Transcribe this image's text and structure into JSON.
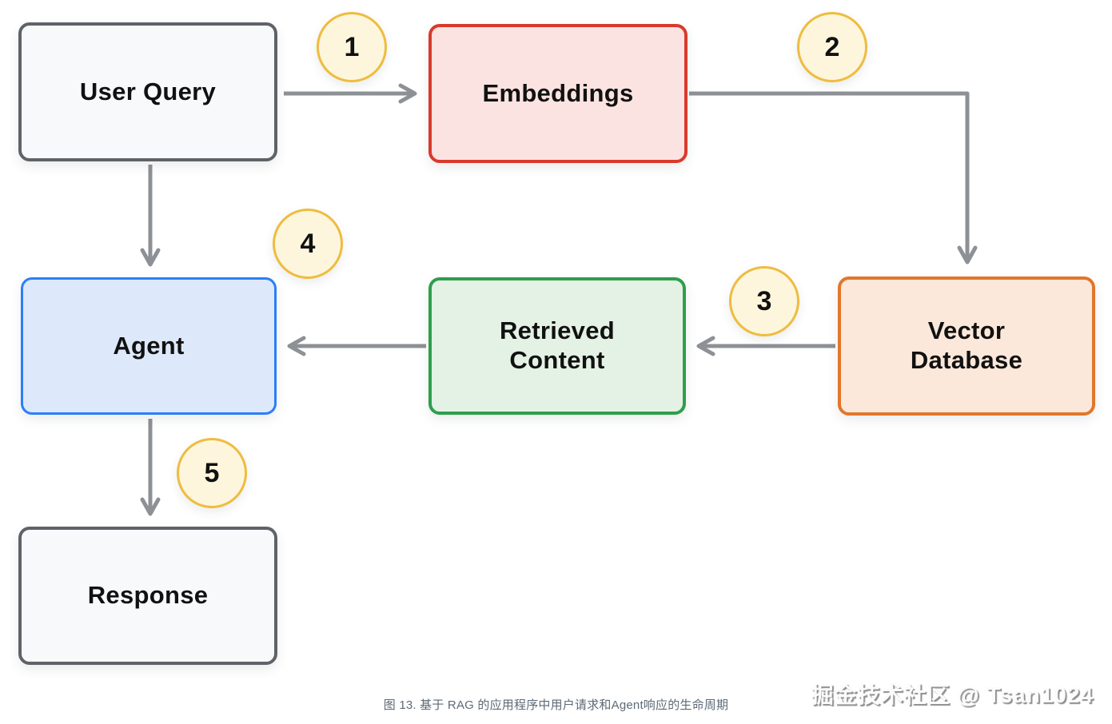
{
  "page": {
    "caption": "图 13. 基于 RAG 的应用程序中用户请求和Agent响应的生命周期",
    "watermark": "掘金技术社区 @ Tsan1024"
  },
  "diagram": {
    "type": "flowchart",
    "nodes": [
      {
        "id": "user-query",
        "label": "User Query",
        "fill": "#f8f9fb",
        "border": "#5f6368"
      },
      {
        "id": "embeddings",
        "label": "Embeddings",
        "fill": "#fae3e1",
        "border": "#d93a2b"
      },
      {
        "id": "vector-database",
        "label": "Vector Database",
        "fill": "#fce8da",
        "border": "#e2762b"
      },
      {
        "id": "retrieved-content",
        "label": "Retrieved Content",
        "fill": "#e4f2e6",
        "border": "#2f9e4c"
      },
      {
        "id": "agent",
        "label": "Agent",
        "fill": "#dde9fb",
        "border": "#2c7ef8"
      },
      {
        "id": "response",
        "label": "Response",
        "fill": "#f8f9fb",
        "border": "#5f6368"
      }
    ],
    "steps": [
      "1",
      "2",
      "3",
      "4",
      "5"
    ],
    "badge_fill": "#fdf6dd",
    "badge_border": "#eebc3f",
    "arrow_color": "#8d9196"
  }
}
